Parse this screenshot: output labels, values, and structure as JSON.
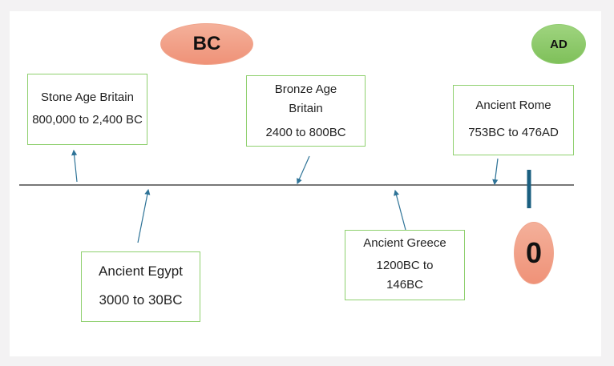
{
  "era_labels": {
    "bc": "BC",
    "ad": "AD",
    "zero": "0"
  },
  "events": [
    {
      "title": "Stone Age Britain",
      "dates": "800,000 to 2,400 BC"
    },
    {
      "title": "Bronze Age Britain",
      "dates": "2400 to 800BC"
    },
    {
      "title": "Ancient Rome",
      "dates": "753BC to 476AD"
    },
    {
      "title": "Ancient Egypt",
      "dates": "3000 to 30BC"
    },
    {
      "title": "Ancient Greece",
      "dates": "1200BC to 146BC"
    }
  ],
  "colors": {
    "box_border": "#8fd06f",
    "bc_oval": "#ef9a80",
    "ad_oval": "#8fcc6e",
    "tick": "#1a5f80",
    "arrow": "#2e7397"
  }
}
